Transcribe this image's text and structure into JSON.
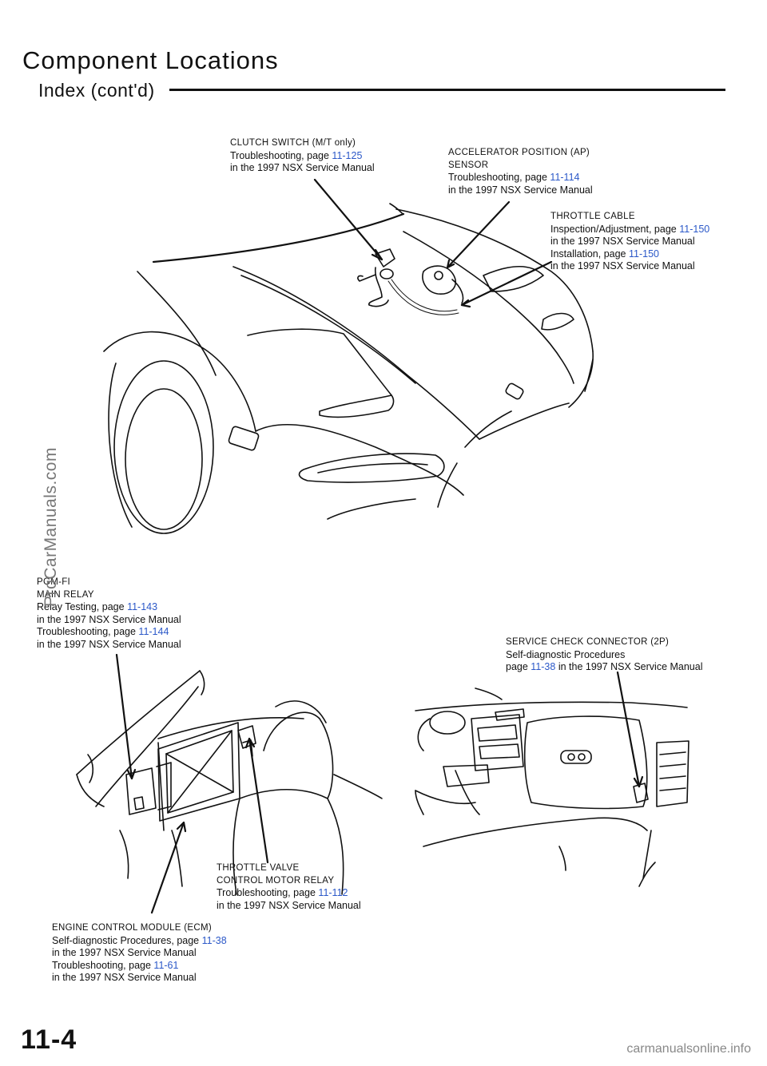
{
  "header": {
    "title": "Component Locations",
    "subtitle": "Index (cont'd)"
  },
  "callouts": {
    "clutch_switch": {
      "head": "CLUTCH SWITCH (M/T only)",
      "line1_text": "Troubleshooting, page",
      "line1_link": "11-125",
      "line2": "in the 1997 NSX Service Manual"
    },
    "accelerator_sensor": {
      "head1": "ACCELERATOR POSITION (AP)",
      "head2": "SENSOR",
      "line1_text": "Troubleshooting, page",
      "line1_link": "11-114",
      "line2": "in the 1997 NSX Service Manual"
    },
    "throttle_cable": {
      "head": "THROTTLE CABLE",
      "line1_text": "Inspection/Adjustment, page",
      "line1_link": "11-150",
      "line2": "in the 1997 NSX Service Manual",
      "line3_text": "Installation, page",
      "line3_link": "11-150",
      "line4": "in the 1997 NSX Service Manual"
    },
    "pgm_fi_relay": {
      "head1": "PGM-FI",
      "head2": "MAIN RELAY",
      "line1_text": "Relay Testing, page",
      "line1_link": "11-143",
      "line2": "in the 1997 NSX Service Manual",
      "line3_text": "Troubleshooting, page",
      "line3_link": "11-144",
      "line4": "in the 1997 NSX Service Manual"
    },
    "service_check": {
      "head": "SERVICE CHECK CONNECTOR (2P)",
      "line1": "Self-diagnostic Procedures",
      "line2_pre": "page",
      "line2_link": "11-38",
      "line2_post": "in the 1997 NSX Service Manual"
    },
    "throttle_valve_relay": {
      "head1": "THROTTLE VALVE",
      "head2": "CONTROL MOTOR RELAY",
      "line1_text": "Troubleshooting, page",
      "line1_link": "11-112",
      "line2": "in the 1997 NSX Service Manual"
    },
    "ecm": {
      "head": "ENGINE CONTROL MODULE (ECM)",
      "line1_text": "Self-diagnostic Procedures, page",
      "line1_link": "11-38",
      "line2": "in the 1997 NSX Service Manual",
      "line3_text": "Troubleshooting, page",
      "line3_link": "11-61",
      "line4": "in the 1997 NSX Service Manual"
    }
  },
  "watermark": "ProCarManuals.com",
  "page_number": "11-4",
  "footer": "carmanualsonline.info",
  "colors": {
    "link": "#2b58c8",
    "ink": "#111111"
  }
}
